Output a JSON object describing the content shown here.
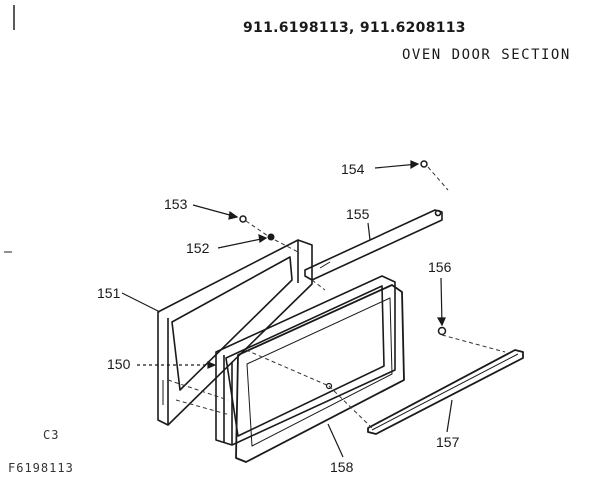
{
  "header": {
    "model_numbers": "911.6198113,  911.6208113",
    "section_title": "OVEN DOOR SECTION"
  },
  "footer": {
    "page_code": "C3",
    "figure_code": "F6198113"
  },
  "parts": {
    "p150": "150",
    "p151": "151",
    "p152": "152",
    "p153": "153",
    "p154": "154",
    "p155": "155",
    "p156": "156",
    "p157": "157",
    "p158": "158"
  }
}
